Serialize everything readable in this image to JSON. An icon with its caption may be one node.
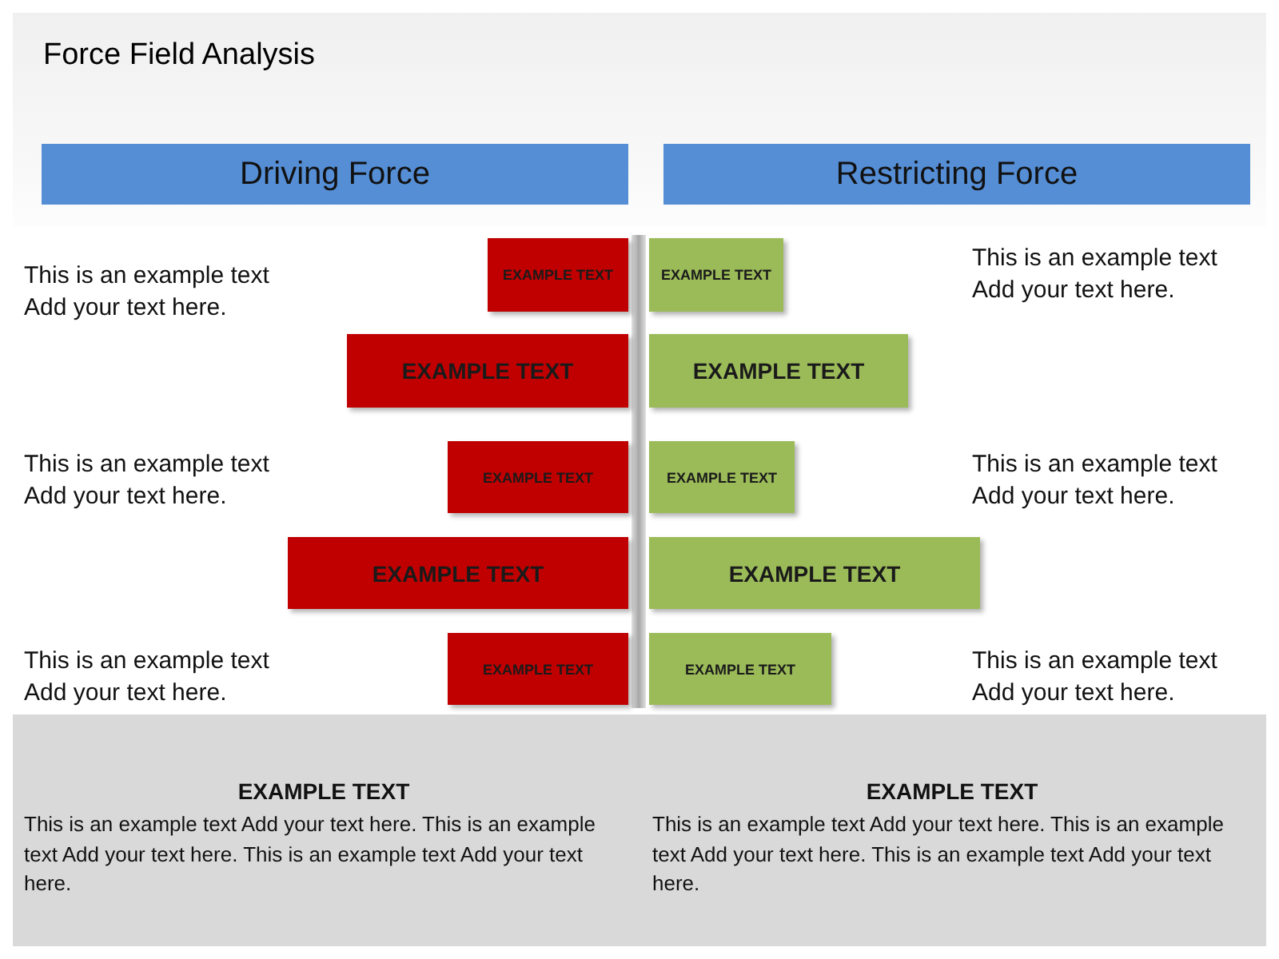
{
  "diagram": {
    "title": "Force Field Analysis",
    "nodes": [
      {
        "text": [
          "Driving Force"
        ]
      },
      {
        "text": [
          "Restricting Force"
        ]
      },
      {
        "text": [
          "EXAMPLE TEXT"
        ]
      },
      {
        "text": [
          "EXAMPLE TEXT"
        ]
      },
      {
        "text": [
          "EXAMPLE TEXT"
        ]
      },
      {
        "text": [
          "EXAMPLE TEXT"
        ]
      },
      {
        "text": [
          "EXAMPLE TEXT"
        ]
      },
      {
        "text": [
          "EXAMPLE TEXT"
        ]
      },
      {
        "text": [
          "EXAMPLE TEXT"
        ]
      },
      {
        "text": [
          "EXAMPLE TEXT"
        ]
      },
      {
        "text": [
          "EXAMPLE TEXT"
        ]
      },
      {
        "text": [
          "EXAMPLE TEXT"
        ]
      },
      {
        "text": [
          "EXAMPLE TEXT",
          "This is an example text Add your text here. This is an example text Add your text here. This is an example text Add your text here.",
          "EXAMPLE TEXT",
          "This is an example text Add your text here. This is an example text Add your text here. This is an example text Add your text here."
        ]
      }
    ],
    "labels": [
      "This is an example text Add your text here.",
      "This is an example text Add your text here.",
      "This is an example text Add your text here.",
      "This is an example text Add your text here.",
      "This is an example text Add your text here.",
      "This is an example text Add your text here."
    ]
  }
}
